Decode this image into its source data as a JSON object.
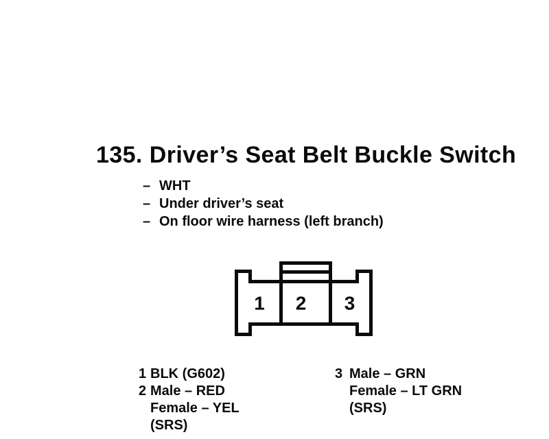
{
  "page": {
    "bg_color": "#ffffff",
    "ink_color": "#0b0b0b"
  },
  "figure": {
    "number": "135.",
    "title": "Driver’s Seat Belt Buckle Switch",
    "notes": [
      {
        "dash": "–",
        "text": "WHT"
      },
      {
        "dash": "–",
        "text": "Under driver’s seat"
      },
      {
        "dash": "–",
        "text": "On floor wire harness (left branch)"
      }
    ]
  },
  "connector": {
    "cavities": [
      "1",
      "2",
      "3"
    ]
  },
  "pinout": {
    "left_column": [
      {
        "pin": "1",
        "label": "BLK (G602)"
      },
      {
        "pin": "2",
        "label": "Male – RED"
      },
      {
        "pin": "",
        "label": "Female – YEL"
      },
      {
        "pin": "",
        "label": "(SRS)"
      }
    ],
    "right_column": [
      {
        "pin": "3",
        "label": "Male – GRN"
      },
      {
        "pin": "",
        "label": "Female – LT GRN"
      },
      {
        "pin": "",
        "label": "(SRS)"
      }
    ]
  }
}
